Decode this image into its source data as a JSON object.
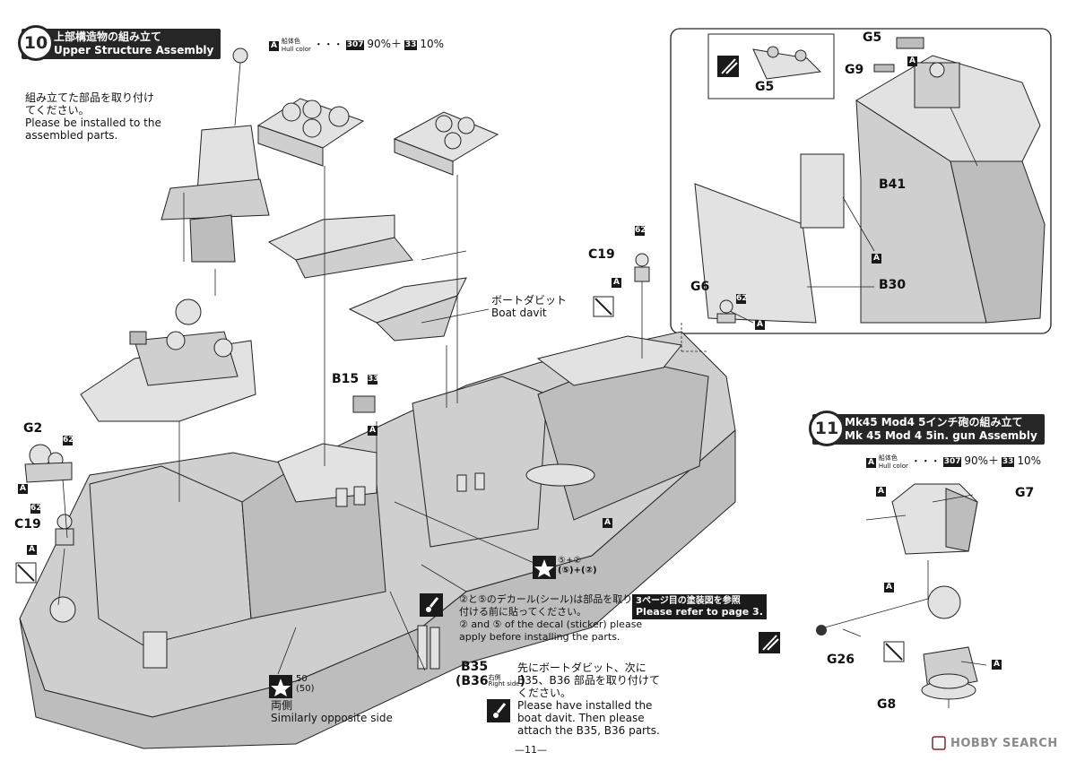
{
  "step10": {
    "number": "10",
    "title_jp": "上部構造物の組み立て",
    "title_en": "Upper Structure Assembly",
    "hull_color_label_jp": "船体色",
    "hull_color_label_en": "Hull color",
    "hull_color_dots": "・・・",
    "color_a": "307",
    "ratio_a": "90%＋",
    "color_b": "33",
    "ratio_b": "10%",
    "instruction_jp": [
      "組み立てた部品を取り付け",
      "てください。"
    ],
    "instruction_en": [
      "Please be installed to the",
      "assembled parts."
    ],
    "boat_davit_jp": "ボートダビット",
    "boat_davit_en": "Boat davit",
    "decal_marks": "⑤+②",
    "decal_marks_paren": "(⑤)+(②)",
    "decal_note_jp": [
      "②と⑤のデカール(シール)は部品を取り",
      "付ける前に貼ってください。"
    ],
    "decal_note_en": [
      "② and ⑤ of the decal (sticker) please",
      "apply before installing the parts."
    ],
    "ref_jp": "3ページ目の塗装図を参照",
    "ref_en": "Please refer to page 3.",
    "side_decal": "50",
    "side_decal_paren": "(50)",
    "side_jp": "両側",
    "side_en": "Similarly opposite side",
    "davit_note_jp": [
      "先にボートダビット、次に",
      "B35、B36 部品を取り付けて",
      "ください。"
    ],
    "davit_note_en": [
      "Please have installed the",
      "boat davit. Then please",
      "attach the B35, B36 parts."
    ],
    "b36_right_jp": "右側",
    "b36_right_en": "Right side"
  },
  "step11": {
    "number": "11",
    "title_jp": "Mk45 Mod4 5インチ砲の組み立て",
    "title_en": "Mk 45 Mod 4 5in. gun Assembly",
    "hull_color_label_jp": "船体色",
    "hull_color_label_en": "Hull color",
    "hull_color_dots": "・・・",
    "color_a": "307",
    "ratio_a": "90%＋",
    "color_b": "33",
    "ratio_b": "10%"
  },
  "parts": {
    "A": "A",
    "G5": "G5",
    "G9": "G9",
    "B41": "B41",
    "C19": "C19",
    "G6": "G6",
    "B30": "B30",
    "B15": "B15",
    "G2": "G2",
    "B35": "B35",
    "B36": "(B36",
    "G7": "G7",
    "G26": "G26",
    "G8": "G8",
    "paint_62": "62",
    "paint_33": "33"
  },
  "footer": {
    "page": "—11—",
    "watermark": "HOBBY SEARCH"
  }
}
